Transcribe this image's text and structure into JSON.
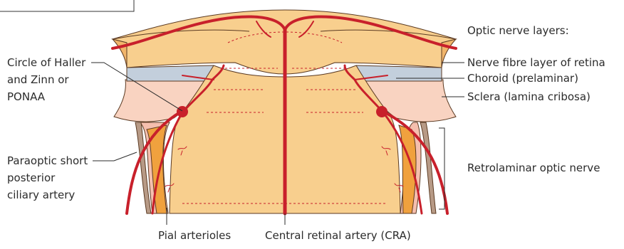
{
  "diagram": {
    "heading": "Optic nerve layers:",
    "labels": {
      "circle_line1": "Circle of Haller",
      "circle_line2": "and Zinn or",
      "circle_line3": "PONAA",
      "paraoptic_line1": "Paraoptic short",
      "paraoptic_line2": "posterior",
      "paraoptic_line3": "ciliary artery",
      "pial": "Pial arterioles",
      "cra": "Central retinal artery (CRA)",
      "nerve_fibre": "Nerve fibre layer of retina",
      "choroid": "Choroid (prelaminar)",
      "sclera": "Sclera (lamina cribosa)",
      "retrolaminar": "Retrolaminar optic nerve"
    },
    "colors": {
      "tissue": "#f8cf8e",
      "tissue_dark": "#f1b56b",
      "sclera": "#f9d3c1",
      "choroid": "#c3cfdc",
      "artery": "#c8202b",
      "outline": "#5b3a22",
      "sheath_orange": "#f0a13e",
      "sheath_pink": "#f5bfae",
      "sheath_brown": "#b79a86"
    }
  }
}
